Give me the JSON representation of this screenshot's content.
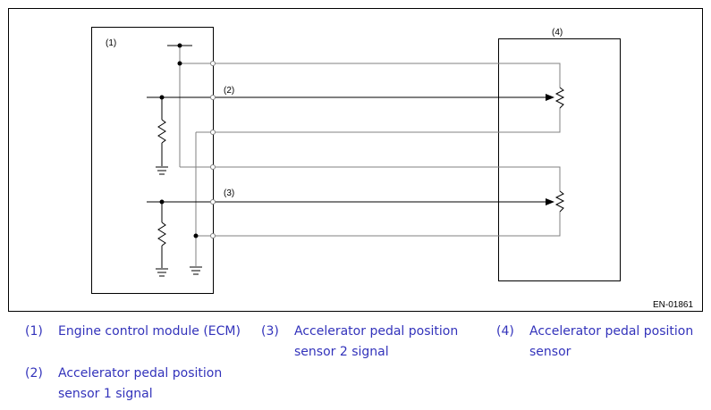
{
  "diagram": {
    "figure_code": "EN-01861",
    "callouts": {
      "ecm": "(1)",
      "sensor_1_signal": "(2)",
      "sensor_2_signal": "(3)",
      "pedal_sensor": "(4)"
    }
  },
  "legend": [
    {
      "num": "(1)",
      "line1": "Engine control module (ECM)",
      "line2": ""
    },
    {
      "num": "(2)",
      "line1": "Accelerator pedal position",
      "line2": "sensor 1 signal"
    },
    {
      "num": "(3)",
      "line1": "Accelerator pedal position",
      "line2": "sensor 2 signal"
    },
    {
      "num": "(4)",
      "line1": "Accelerator pedal position",
      "line2": "sensor"
    }
  ],
  "colors": {
    "wire": "#808080",
    "line": "#000000",
    "legend_text": "#3333bb"
  }
}
